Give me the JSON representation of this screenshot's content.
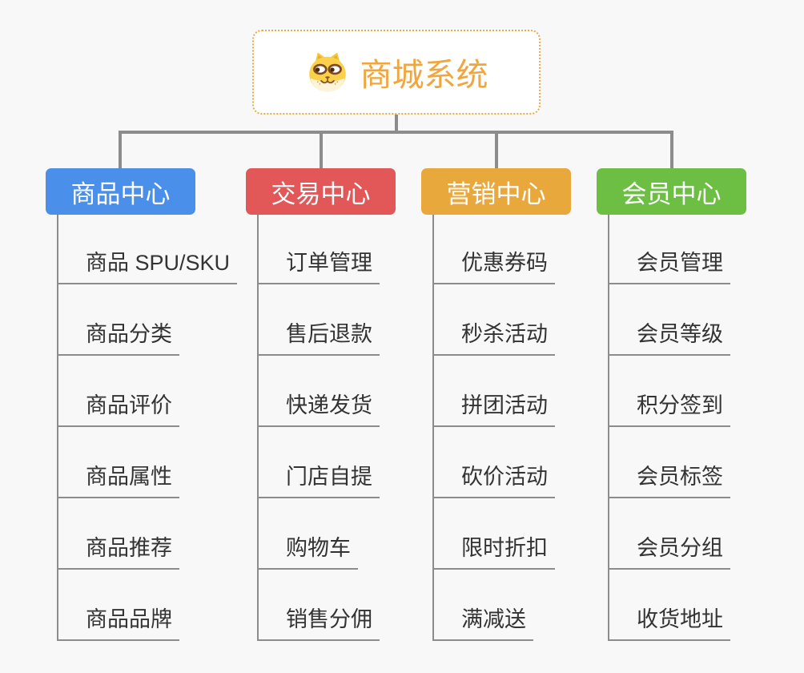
{
  "canvas": {
    "background": "#f8f8f8",
    "connector_color": "#8c8c8c"
  },
  "root": {
    "label": "商城系统",
    "text_color": "#f0a63c",
    "border_color": "#eaa948",
    "icon": "dog-face-icon"
  },
  "branches": [
    {
      "label": "商品中心",
      "color": "#4a8fe9",
      "children": [
        "商品 SPU/SKU",
        "商品分类",
        "商品评价",
        "商品属性",
        "商品推荐",
        "商品品牌"
      ]
    },
    {
      "label": "交易中心",
      "color": "#e25757",
      "children": [
        "订单管理",
        "售后退款",
        "快递发货",
        "门店自提",
        "购物车",
        "销售分佣"
      ]
    },
    {
      "label": "营销中心",
      "color": "#e9a83c",
      "children": [
        "优惠券码",
        "秒杀活动",
        "拼团活动",
        "砍价活动",
        "限时折扣",
        "满减送"
      ]
    },
    {
      "label": "会员中心",
      "color": "#6dbf44",
      "children": [
        "会员管理",
        "会员等级",
        "积分签到",
        "会员标签",
        "会员分组",
        "收货地址"
      ]
    }
  ]
}
